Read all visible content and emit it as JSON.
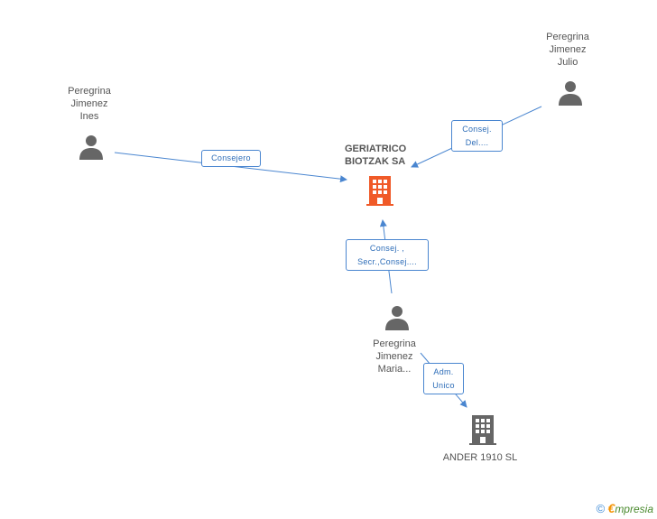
{
  "persons": {
    "ines": {
      "lines": [
        "Peregrina",
        "Jimenez",
        "Ines"
      ]
    },
    "julio": {
      "lines": [
        "Peregrina",
        "Jimenez",
        "Julio"
      ]
    },
    "maria": {
      "lines": [
        "Peregrina",
        "Jimenez",
        "Maria..."
      ]
    }
  },
  "companies": {
    "main": {
      "lines": [
        "GERIATRICO",
        "BIOTZAK SA"
      ],
      "color": "#f05a28"
    },
    "ander": {
      "lines": [
        "ANDER 1910 SL"
      ],
      "color": "#666666"
    }
  },
  "relations": {
    "ines_main": {
      "lines": [
        "Consejero"
      ]
    },
    "julio_main": {
      "lines": [
        "Consej.",
        "Del...."
      ]
    },
    "maria_main": {
      "lines": [
        "Consej. ,",
        "Secr.,Consej...."
      ]
    },
    "maria_ander": {
      "lines": [
        "Adm.",
        "Unico"
      ]
    }
  },
  "colors": {
    "edge": "#4a86d0",
    "person": "#666666"
  },
  "footer": {
    "copyright": "©",
    "brand_first": "€",
    "brand_rest": "mpresia"
  }
}
